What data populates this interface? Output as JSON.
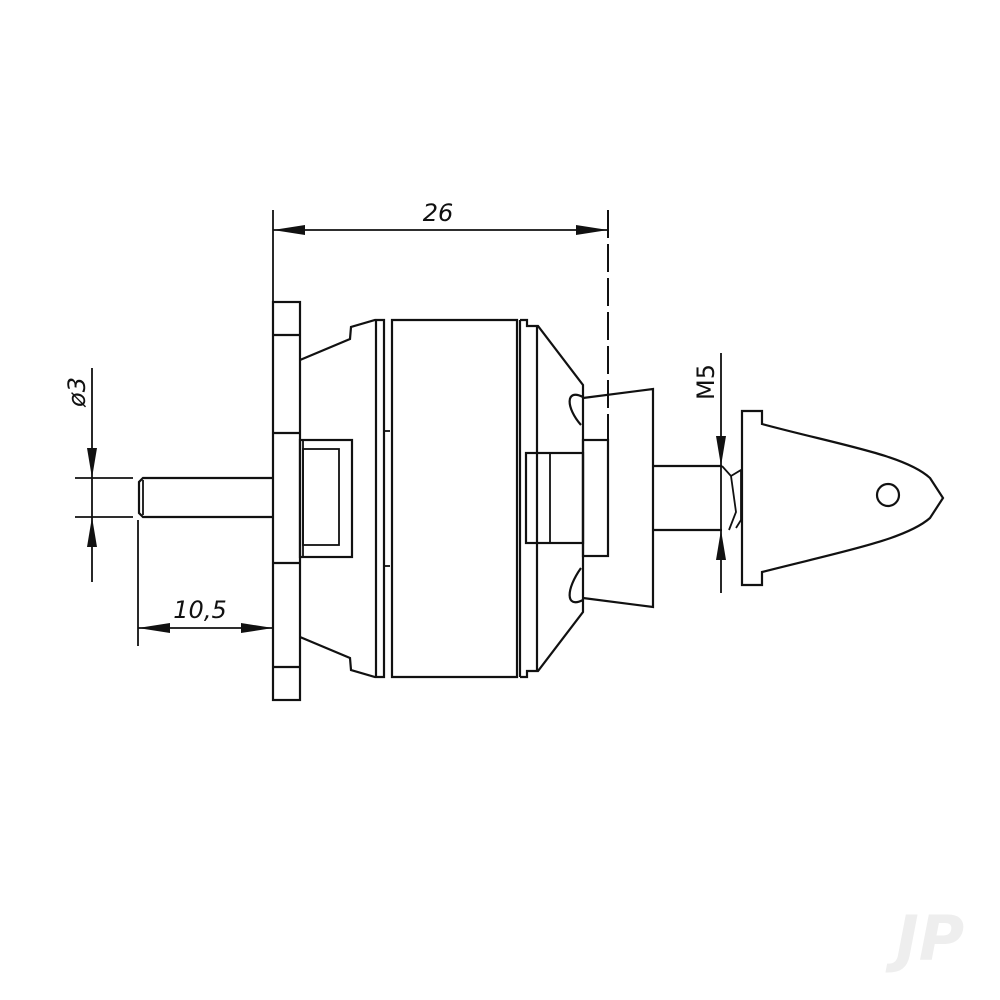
{
  "dimensions": {
    "overall_length": "26",
    "shaft_length": "10,5",
    "shaft_diameter": "ø3",
    "prop_thread": "M5"
  },
  "watermark": "JP",
  "colors": {
    "line": "#111111",
    "background": "#ffffff",
    "watermark": "#eeeeee"
  }
}
